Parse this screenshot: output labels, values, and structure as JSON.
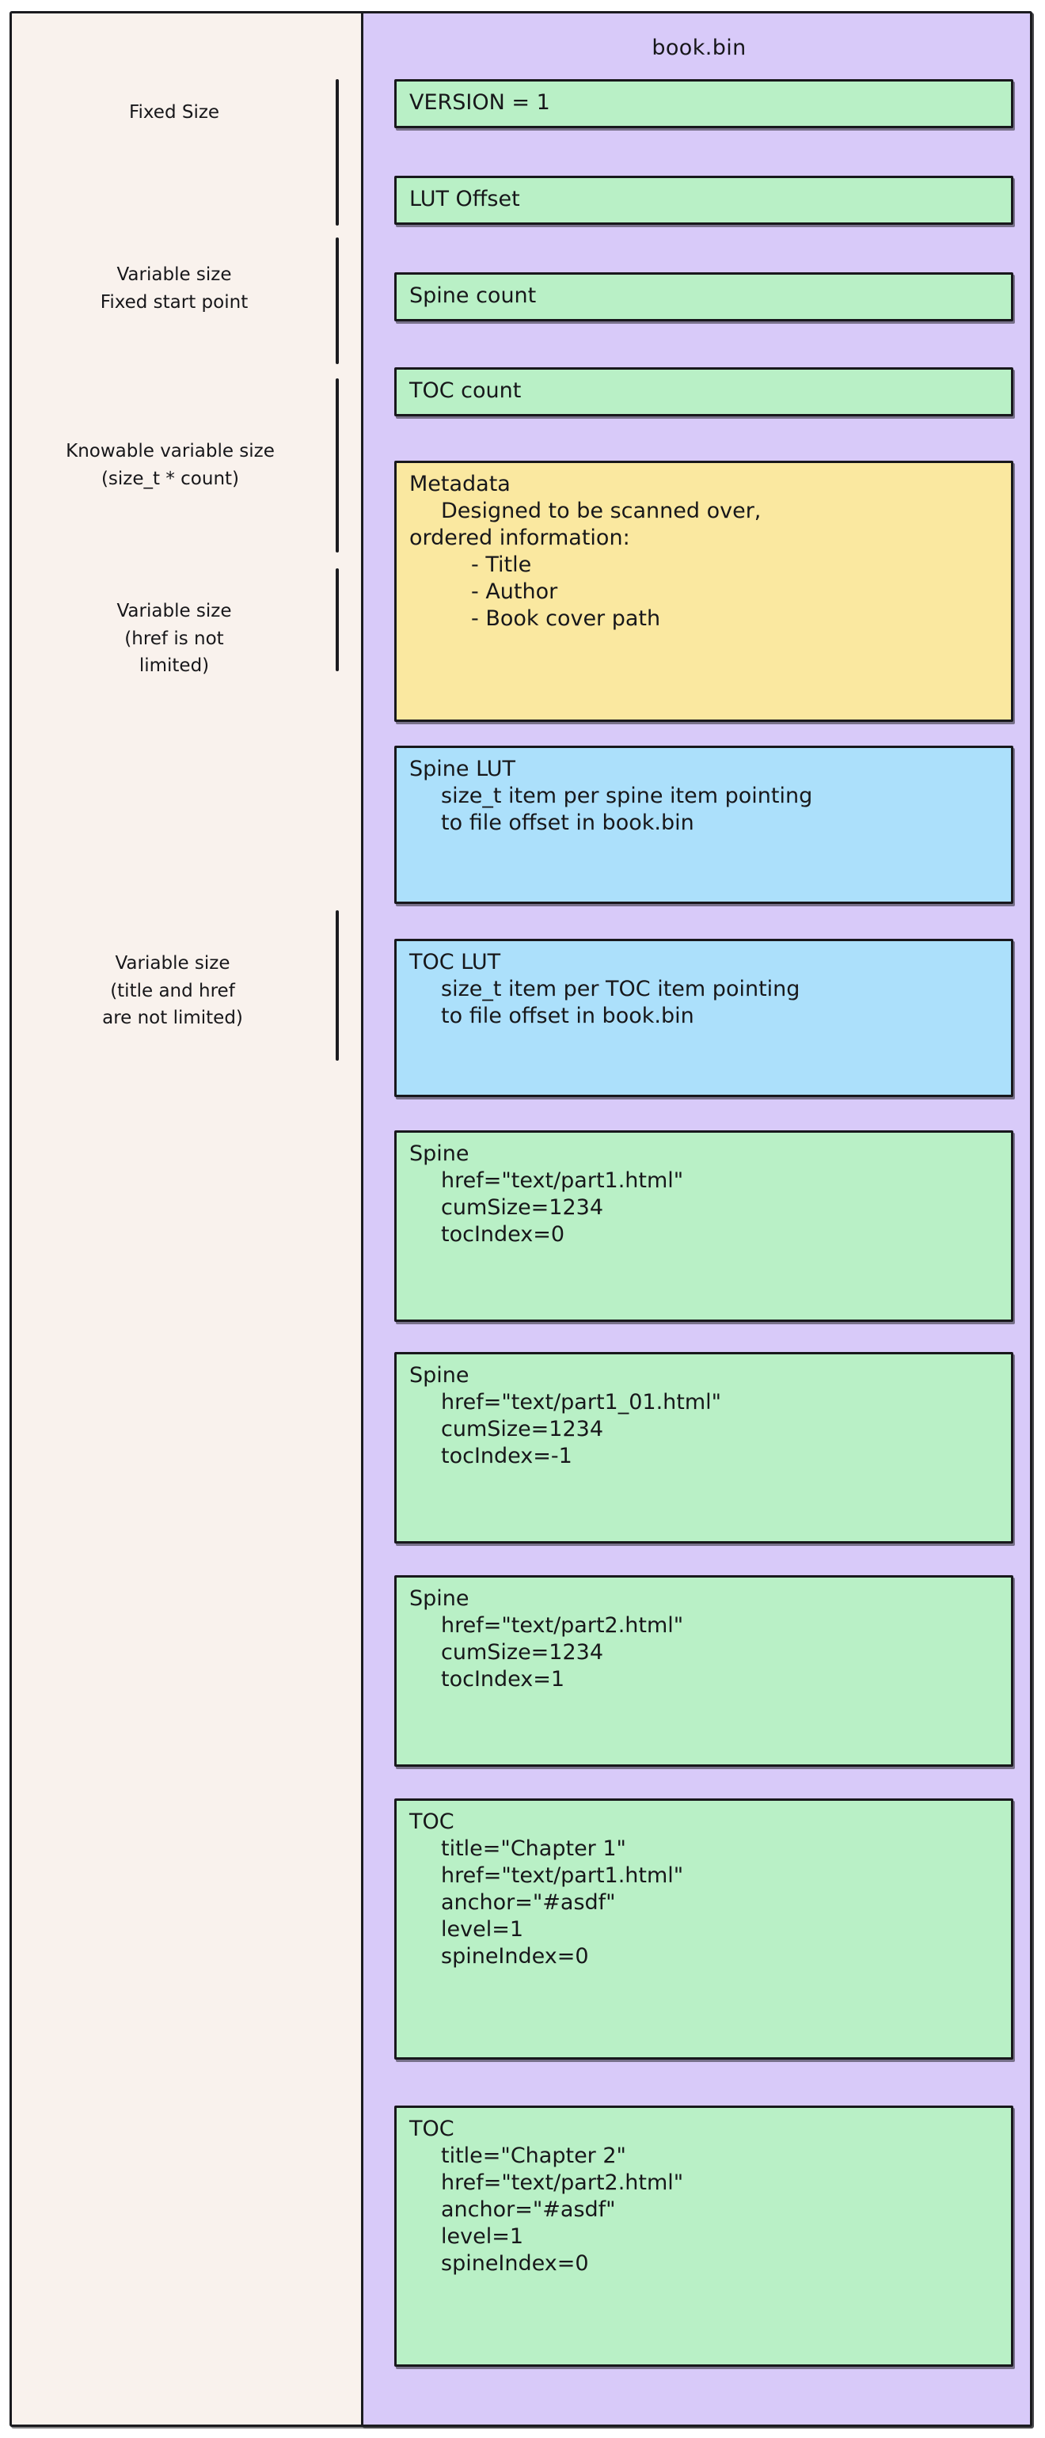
{
  "diagram": {
    "title": "book.bin",
    "colors": {
      "page_background": "#ffffff",
      "frame_background": "#f9f2ed",
      "bin_panel": "#d8caf9",
      "green_block": "#b9f0c6",
      "yellow_block": "#fae8a0",
      "blue_block": "#ace0fb",
      "stroke": "#18181c"
    },
    "sections": [
      {
        "id": "fixed-size",
        "label": "Fixed Size"
      },
      {
        "id": "variable-fixed-start",
        "label": "Variable size\nFixed start point"
      },
      {
        "id": "knowable-variable",
        "label": "Knowable variable size\n(size_t * count)"
      },
      {
        "id": "variable-href",
        "label": "Variable size\n(href is not\nlimited)"
      },
      {
        "id": "variable-title-href",
        "label": "Variable size\n(title and href\nare not limited)"
      }
    ],
    "blocks": [
      {
        "id": "version",
        "color": "green",
        "lines": [
          {
            "text": "VERSION = 1",
            "indent": 0
          }
        ]
      },
      {
        "id": "lut-offset",
        "color": "green",
        "lines": [
          {
            "text": "LUT Offset",
            "indent": 0
          }
        ]
      },
      {
        "id": "spine-count",
        "color": "green",
        "lines": [
          {
            "text": "Spine count",
            "indent": 0
          }
        ]
      },
      {
        "id": "toc-count",
        "color": "green",
        "lines": [
          {
            "text": "TOC count",
            "indent": 0
          }
        ]
      },
      {
        "id": "metadata",
        "color": "yellow",
        "lines": [
          {
            "text": "Metadata",
            "indent": 0
          },
          {
            "text": "Designed to be scanned over,",
            "indent": 1
          },
          {
            "text": "ordered information:",
            "indent": 0
          },
          {
            "text": "- Title",
            "indent": 2
          },
          {
            "text": "- Author",
            "indent": 2
          },
          {
            "text": "- Book cover path",
            "indent": 2
          }
        ]
      },
      {
        "id": "spine-lut",
        "color": "blue",
        "lines": [
          {
            "text": "Spine LUT",
            "indent": 0
          },
          {
            "text": "size_t item per spine item pointing",
            "indent": 1
          },
          {
            "text": "to file offset in book.bin",
            "indent": 1
          }
        ]
      },
      {
        "id": "toc-lut",
        "color": "blue",
        "lines": [
          {
            "text": "TOC LUT",
            "indent": 0
          },
          {
            "text": "size_t item per TOC item pointing",
            "indent": 1
          },
          {
            "text": "to file offset in book.bin",
            "indent": 1
          }
        ]
      },
      {
        "id": "spine-1",
        "color": "green",
        "lines": [
          {
            "text": "Spine",
            "indent": 0
          },
          {
            "text": "href=\"text/part1.html\"",
            "indent": 1
          },
          {
            "text": "cumSize=1234",
            "indent": 1
          },
          {
            "text": "tocIndex=0",
            "indent": 1
          }
        ]
      },
      {
        "id": "spine-2",
        "color": "green",
        "lines": [
          {
            "text": "Spine",
            "indent": 0
          },
          {
            "text": "href=\"text/part1_01.html\"",
            "indent": 1
          },
          {
            "text": "cumSize=1234",
            "indent": 1
          },
          {
            "text": "tocIndex=-1",
            "indent": 1
          }
        ]
      },
      {
        "id": "spine-3",
        "color": "green",
        "lines": [
          {
            "text": "Spine",
            "indent": 0
          },
          {
            "text": "href=\"text/part2.html\"",
            "indent": 1
          },
          {
            "text": "cumSize=1234",
            "indent": 1
          },
          {
            "text": "tocIndex=1",
            "indent": 1
          }
        ]
      },
      {
        "id": "toc-1",
        "color": "green",
        "lines": [
          {
            "text": "TOC",
            "indent": 0
          },
          {
            "text": "title=\"Chapter 1\"",
            "indent": 1
          },
          {
            "text": "href=\"text/part1.html\"",
            "indent": 1
          },
          {
            "text": "anchor=\"#asdf\"",
            "indent": 1
          },
          {
            "text": "level=1",
            "indent": 1
          },
          {
            "text": "spineIndex=0",
            "indent": 1
          }
        ]
      },
      {
        "id": "toc-2",
        "color": "green",
        "lines": [
          {
            "text": "TOC",
            "indent": 0
          },
          {
            "text": "title=\"Chapter 2\"",
            "indent": 1
          },
          {
            "text": "href=\"text/part2.html\"",
            "indent": 1
          },
          {
            "text": "anchor=\"#asdf\"",
            "indent": 1
          },
          {
            "text": "level=1",
            "indent": 1
          },
          {
            "text": "spineIndex=0",
            "indent": 1
          }
        ]
      }
    ]
  }
}
